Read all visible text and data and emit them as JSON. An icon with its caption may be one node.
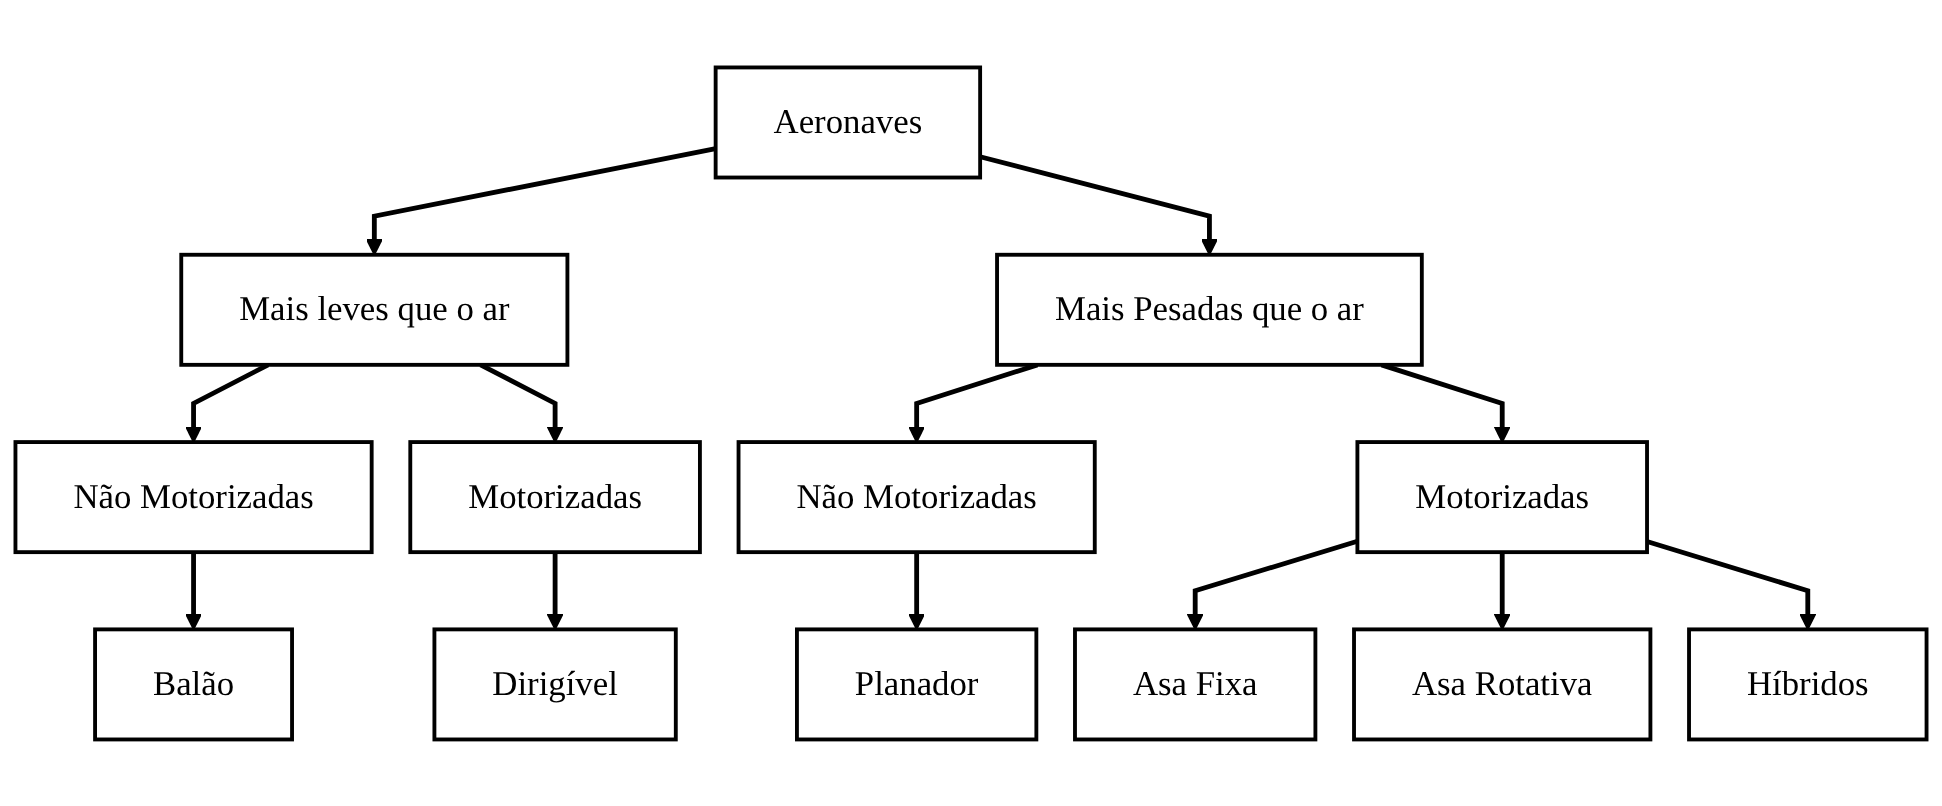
{
  "diagram": {
    "nodes": [
      {
        "text": [
          "Aeronaves"
        ]
      },
      {
        "text": [
          "Mais leves que o ar"
        ]
      },
      {
        "text": [
          "Mais Pesadas que o ar"
        ]
      },
      {
        "text": [
          "Não Motorizadas"
        ]
      },
      {
        "text": [
          "Motorizadas"
        ]
      },
      {
        "text": [
          "Balão"
        ]
      },
      {
        "text": [
          "Dirigível"
        ]
      },
      {
        "text": [
          "Não Motorizadas"
        ]
      },
      {
        "text": [
          "Motorizadas"
        ]
      },
      {
        "text": [
          "Planador"
        ]
      },
      {
        "text": [
          "Asa Fixa"
        ]
      },
      {
        "text": [
          "Asa Rotativa"
        ]
      },
      {
        "text": [
          "Híbridos"
        ]
      }
    ],
    "edges": [
      {
        "from": 0,
        "to": 1,
        "arrow": "to"
      },
      {
        "from": 0,
        "to": 2,
        "arrow": "to"
      },
      {
        "from": 1,
        "to": 3,
        "arrow": "to"
      },
      {
        "from": 1,
        "to": 4,
        "arrow": "to"
      },
      {
        "from": 3,
        "to": 5,
        "arrow": "to"
      },
      {
        "from": 4,
        "to": 6,
        "arrow": "to"
      },
      {
        "from": 2,
        "to": 7,
        "arrow": "to"
      },
      {
        "from": 2,
        "to": 8,
        "arrow": "to"
      },
      {
        "from": 7,
        "to": 9,
        "arrow": "to"
      },
      {
        "from": 8,
        "to": 10,
        "arrow": "to"
      },
      {
        "from": 8,
        "to": 11,
        "arrow": "to"
      },
      {
        "from": 8,
        "to": 12,
        "arrow": "to"
      }
    ]
  }
}
